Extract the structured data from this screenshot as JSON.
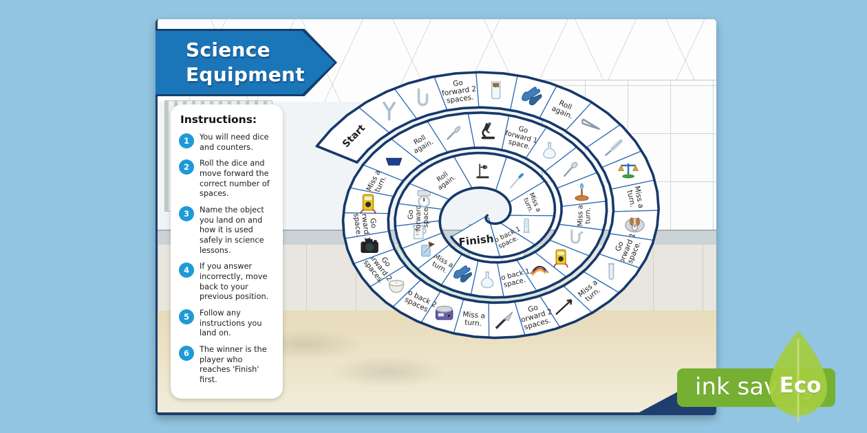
{
  "theme": {
    "page-bg": "#92c5e1",
    "card-bg": "#fbfbfa",
    "banner-bg": "#1b76b9",
    "banner-border": "#123f6d",
    "num-bg": "#1e9ad6",
    "track-border": "#16386b",
    "divider": "#2f6cb3",
    "eco-green": "#76b033",
    "leaf-green": "#a4cc40",
    "navy-corner": "#1d3e6f"
  },
  "title_banner": {
    "line1": "Science",
    "line2": "Equipment"
  },
  "instructions": {
    "heading": "Instructions:",
    "items": [
      {
        "num": "1",
        "text": "You will need dice and counters."
      },
      {
        "num": "2",
        "text": "Roll the dice and move forward the correct number of spaces."
      },
      {
        "num": "3",
        "text": "Name the object you land on and how it is used safely in science lessons."
      },
      {
        "num": "4",
        "text": "If you answer incorrectly, move back to your previous position."
      },
      {
        "num": "5",
        "text": "Follow any instructions you land on."
      },
      {
        "num": "6",
        "text": "The winner is the player who reaches 'Finish' first."
      }
    ]
  },
  "eco_badge": {
    "text": "ink saving",
    "eco": "Eco"
  },
  "board": {
    "start_label": "Start",
    "finish_label": "Finish",
    "rings": [
      {
        "spaces": [
          {
            "type": "start",
            "text": "Start",
            "w": 1.5
          },
          {
            "type": "icon",
            "icon": "y-tube"
          },
          {
            "type": "icon",
            "icon": "u-tube"
          },
          {
            "type": "label",
            "text": "Go forward 2 spaces."
          },
          {
            "type": "icon",
            "icon": "gas-jar"
          },
          {
            "type": "icon",
            "icon": "gloves"
          },
          {
            "type": "label",
            "text": "Roll again."
          },
          {
            "type": "icon",
            "icon": "tongs"
          },
          {
            "type": "icon",
            "icon": "test-tube-brush"
          },
          {
            "type": "icon",
            "icon": "balance-scales"
          },
          {
            "type": "label",
            "text": "Miss a turn."
          },
          {
            "type": "icon",
            "icon": "weighing-scales"
          },
          {
            "type": "label",
            "text": "Go forward 1 space."
          },
          {
            "type": "icon",
            "icon": "test-tube"
          },
          {
            "type": "label",
            "text": "Miss a turn."
          },
          {
            "type": "icon",
            "icon": "pointer"
          },
          {
            "type": "label",
            "text": "Go forward 2 spaces."
          },
          {
            "type": "icon",
            "icon": "scalpel"
          },
          {
            "type": "label",
            "text": "Miss a turn."
          },
          {
            "type": "icon",
            "icon": "magnetic-stirrer"
          },
          {
            "type": "label",
            "text": "Go back 2 spaces"
          },
          {
            "type": "icon",
            "icon": "crucible"
          },
          {
            "type": "label",
            "text": "Go forward 2 spaces."
          },
          {
            "type": "icon",
            "icon": "camera"
          },
          {
            "type": "label",
            "text": "Go forward 1 space."
          },
          {
            "type": "icon",
            "icon": "multimeter"
          },
          {
            "type": "label",
            "text": "Miss a turn."
          }
        ]
      },
      {
        "spaces": [
          {
            "type": "icon",
            "icon": "tray"
          },
          {
            "type": "label",
            "text": "Roll again."
          },
          {
            "type": "icon",
            "icon": "spatula"
          },
          {
            "type": "icon",
            "icon": "microscope"
          },
          {
            "type": "label",
            "text": "Go forward 1 space."
          },
          {
            "type": "icon",
            "icon": "volumetric-flask"
          },
          {
            "type": "icon",
            "icon": "spoon"
          },
          {
            "type": "icon",
            "icon": "bunsen-burner"
          },
          {
            "type": "label",
            "text": "Miss a turn."
          },
          {
            "type": "icon",
            "icon": "delivery-tube"
          },
          {
            "type": "icon",
            "icon": "multimeter"
          },
          {
            "type": "icon",
            "icon": "wires"
          },
          {
            "type": "label",
            "text": "Go back 1 space."
          },
          {
            "type": "icon",
            "icon": "volumetric-flask"
          },
          {
            "type": "icon",
            "icon": "gloves"
          },
          {
            "type": "label",
            "text": "Miss a turn."
          },
          {
            "type": "icon",
            "icon": "beaker-thermometer"
          },
          {
            "type": "icon",
            "icon": "measuring-jug"
          },
          {
            "type": "label",
            "text": "Go forward 2 spaces."
          },
          {
            "type": "icon",
            "icon": "kitchen-scale"
          }
        ]
      },
      {
        "spaces": [
          {
            "type": "label",
            "text": "Roll again."
          },
          {
            "type": "icon",
            "icon": "clamp-stand"
          },
          {
            "type": "icon",
            "icon": "pipette"
          },
          {
            "type": "label",
            "text": "Miss a turn."
          },
          {
            "type": "icon",
            "icon": "measuring-cylinder"
          },
          {
            "type": "label",
            "text": "Go back 1 space."
          },
          {
            "type": "finish",
            "text": "Finish",
            "w": 1.7
          }
        ]
      }
    ],
    "icon_shapes": {
      "y-tube": "<path d='M12 20V12M12 12L7 4M12 12l5-8' stroke='#a9bfd0' stroke-width='2.4' fill='none' stroke-linecap='round'/>",
      "u-tube": "<path d='M8 4v11a4 4 0 0 0 8 0V9' stroke='#b6c6d4' stroke-width='2.4' fill='none' stroke-linecap='round'/>",
      "delivery-tube": "<path d='M7 4v9a4 4 0 0 0 8 0V8l3-2' stroke='#b6c6d4' stroke-width='2.2' fill='none' stroke-linecap='round'/>",
      "gas-jar": "<rect x='8' y='4' width='8' height='16' rx='1.5' fill='#f2f7fa' stroke='#a9bfd0'/><path d='M9 8c2 2.5 4-.5 6 1.5V5H9z' fill='#9a6a33'/><rect x='7' y='3' width='10' height='2' rx='1' fill='#c9d6e0'/>",
      "gloves": "<path d='M3 13c1-4 3-6 5-5l7-5c2 0 2 2 1 3l3-1c2 1 1 3-1 4l-9 6c-3 2-7 1-6-2z' fill='#3f7dbd' stroke='#2c5f96' stroke-width='.8'/><path d='M10 18c0-3 2-5 4-5l7-3c1 1 1 3-1 4l-5 5c-2 2-5 1-5-1z' fill='#2f669f' stroke='#24517f' stroke-width='.8'/>",
      "tongs": "<path d='M4 6l15 9M4 10l15 5' stroke='#8e9aa6' stroke-width='1.8' fill='none' stroke-linecap='round'/><path d='M4 6c-1.5 0-1.5 4 0 4' stroke='#8e9aa6' stroke-width='1.6' fill='none'/>",
      "test-tube-brush": "<path d='M4 20L12 13' stroke='#8e9aa6' stroke-width='1.6'/><path d='M11 13.5L19 6' stroke='#c9d6e0' stroke-width='4' stroke-linecap='round'/><path d='M11 13.5L19 6' stroke='#8e9aa6' stroke-width='1' stroke-dasharray='1 1.5'/>",
      "balance-scales": "<path d='M12 4v11M5 6h14' stroke='#2f6cb3' stroke-width='1.6'/><path d='M5 6l-2.5 5h5z' fill='#d9a73c' stroke='#a87d22' stroke-width='.6'/><path d='M19 6l-2.5 5h5z' fill='#d9a73c' stroke='#a87d22' stroke-width='.6'/><ellipse cx='12' cy='16.5' rx='6' ry='2' fill='#3f9e44'/>",
      "weighing-scales": "<ellipse cx='12' cy='13' rx='9' ry='6.5' fill='#d3dade' stroke='#9fa9b1'/><ellipse cx='9' cy='9.5' rx='2.1' ry='4' fill='#b27a42'/><ellipse cx='15' cy='9.5' rx='2.1' ry='4' fill='#b27a42'/><circle cx='12' cy='15.5' r='2.6' fill='#fff' stroke='#8f99a1'/><path d='M12 15.5v-1.8' stroke='#c0392b' stroke-width='.8'/>",
      "test-tube": "<path d='M10 4v13a2 2 0 0 0 4 0V4' fill='#e8f3f9' stroke='#a9bfd0' stroke-width='1.2'/><path d='M9 4h6' stroke='#a9bfd0' stroke-width='1.4'/>",
      "pointer": "<path d='M4 20L19 6' stroke='#2b2b2b' stroke-width='1.6'/><path d='M19 6l-4.5.8M19 6l-.8 4.5' stroke='#2b2b2b' stroke-width='1.6' fill='none'/>",
      "scalpel": "<path d='M4 20l9-9' stroke='#334' stroke-width='2.2'/><path d='M12 11l8-7-4 8.5z' fill='#c6d0d9' stroke='#8e9aa6' stroke-width='.7'/>",
      "magnetic-stirrer": "<rect x='4' y='9' width='16' height='10' rx='2' fill='#6a5fa8' stroke='#4d4382'/><ellipse cx='12' cy='9' rx='7.5' ry='2.8' fill='#d3dade' stroke='#9fa9b1'/><rect x='6' y='13' width='5.5' height='3' rx='.6' fill='#dfeaf2'/><circle cx='16.5' cy='15.5' r='1.1' fill='#222'/>",
      "crucible": "<path d='M5 10c0 6 3 9 7 9s7-3 7-9' fill='#efefea' stroke='#b3b3aa'/><ellipse cx='12' cy='10' rx='7' ry='2.6' fill='#f7f7f3' stroke='#b3b3aa'/><ellipse cx='12' cy='9.4' rx='1.3' ry='.8' fill='#d6d6cd'/>",
      "camera": "<rect x='3.5' y='8' width='17' height='11' rx='2' fill='#232327'/><circle cx='12' cy='13.5' r='4' fill='#3c3c42'/><circle cx='12' cy='13.5' r='2.6' fill='#1b4f41'/><rect x='8' y='5.5' width='7' height='3' rx='1' fill='#232327'/><rect x='16' y='6.5' width='3' height='2' rx='.5' fill='#232327'/>",
      "multimeter": "<rect x='7' y='4.5' width='10' height='15' rx='1.5' fill='#f0c41f' stroke='#b08f10'/><rect x='8.5' y='6.5' width='7' height='3.2' rx='.5' fill='#e9f2dc'/><circle cx='12' cy='14' r='2.7' fill='#2c2c2c'/><path d='M7.5 19c-2 1.5-3 3-2.2 4M16.5 19c2 1.5 3 3 2.2 4' stroke='#c0392b' stroke-width='1.3' fill='none'/>",
      "tray": "<path d='M4 9h16l-2.5 7h-11z' fill='#20408f' stroke='#16306e'/>",
      "spatula": "<path d='M5 19L13 11' stroke='#8e9aa6' stroke-width='1.7' stroke-linecap='round'/><path d='M12.5 11.5c0-3 2-5.5 5.5-6 .8 2.5-1 5.5-4 6.5z' fill='#c6d0d9' stroke='#8e9aa6' stroke-width='.6'/>",
      "microscope": "<path d='M9.5 4l4.5 2-3.5 7-4-1.8z' fill='#2d2d30'/><circle cx='13' cy='5' r='1.6' fill='#55555c'/><path d='M7.5 11c-2.5 3-2 6 1.5 7.5' stroke='#2d2d30' stroke-width='2' fill='none'/><rect x='4.5' y='18.5' width='14' height='2.6' rx='1.2' fill='#2d2d30'/><path d='M10 13l3 1.4' stroke='#2d2d30' stroke-width='1.4'/>",
      "volumetric-flask": "<path d='M10.8 4h2.4v6.2c3.2 1.2 5 3.6 5 6.3 0 2.4-2.8 4-6.2 4s-6.2-1.6-6.2-4c0-2.7 1.8-5.1 5-6.3z' fill='#f0f7fb' stroke='#a9bfd0' stroke-width='1.1'/><path d='M10 4h4' stroke='#a9bfd0' stroke-width='1.3'/>",
      "spoon": "<path d='M6 19L14 10' stroke='#8e9aa6' stroke-width='1.7' stroke-linecap='round'/><ellipse cx='16.5' cy='7.5' rx='3.4' ry='2.4' transform='rotate(-42 16.5 7.5)' fill='#d3dade' stroke='#8e9aa6' stroke-width='.7'/>",
      "bunsen-burner": "<path d='M11 9h2v8h-2z' fill='#b5672e'/><ellipse cx='12' cy='18.5' rx='7' ry='2.6' fill='#c8823f' stroke='#96571f' stroke-width='.7'/><path d='M12 2.2c2.6 3.2 2.6 5.4 0 7-2.6-1.6-2.6-3.8 0-7z' fill='#4b93dd'/><path d='M12 4.5c1.2 1.6 1.2 2.9 0 3.8-1.2-.9-1.2-2.2 0-3.8z' fill='#bcd9f5'/>",
      "wires": "<path d='M5 13c4-7 10-7 14-2' stroke='#2b2b2b' stroke-width='1.5' fill='none'/><path d='M5 15c4-7 10-7 14-2' stroke='#cf3b2d' stroke-width='1.5' fill='none'/><path d='M5 17c4-7 10-7 14-2' stroke='#e3b61c' stroke-width='1.5' fill='none'/><path d='M5.5 12.5l-2.5 3M19 11l2.5 3' stroke='#8e9aa6' stroke-width='2'/>",
      "beaker-thermometer": "<rect x='6.5' y='8' width='9' height='11.5' rx='1' fill='#a8dcf2' stroke='#7fb6d4' stroke-width='.9'/><path d='M8.5 16.5L18 6.5' stroke='#f4f6f8' stroke-width='2.2'/><path d='M8.5 16.5L18 6.5' stroke='#d43a56' stroke-width='.8'/><path d='M13.5 4l7 2.8-5.5 3.2z' fill='#6e3d20'/>",
      "measuring-jug": "<path d='M7 5h9.5v14H7z' fill='#f0f7fb' stroke='#a9bfd0' stroke-width='1.1'/><path d='M16.5 8c4 .5 4 5 0 5.5' fill='none' stroke='#a9bfd0' stroke-width='1.4'/><path d='M9 8.5h3M9 11.5h3M9 14.5h3' stroke='#d98f8f' stroke-width='.9'/><path d='M7 5l-1.5 1.5' stroke='#a9bfd0' stroke-width='1.1'/>",
      "kitchen-scale": "<rect x='5.5' y='3.5' width='13' height='5.5' rx='1' fill='#dde3e7' stroke='#a3adb5' stroke-width='.8'/><circle cx='12' cy='15' r='5.8' fill='#fff' stroke='#a3adb5'/><circle cx='12' cy='15' r='4.4' fill='none' stroke='#c8cfd4' stroke-width='.7'/><path d='M12 15V11.3' stroke='#2b2b2b' stroke-width='1.2'/>",
      "clamp-stand": "<rect x='4.5' y='19' width='15' height='2.4' rx='1' fill='#2d2d30'/><rect x='7.5' y='4' width='1.8' height='15' fill='#55555c'/><path d='M9.5 8h6M13.5 5.5v5' stroke='#2d2d30' stroke-width='1.5'/><circle cx='15.5' cy='8' r='1.5' fill='none' stroke='#2d2d30' stroke-width='1.2'/>",
      "pipette": "<path d='M5 20L16 7' stroke='#d4e2ec' stroke-width='2.2' stroke-linecap='round'/><path d='M5 20L16 7' stroke='#9fb8c9' stroke-width='.7'/><path d='M16 7l3-3' stroke='#2f8fd0' stroke-width='3.2' stroke-linecap='round'/>",
      "measuring-cylinder": "<rect x='9.5' y='3.5' width='5' height='16' rx='1' fill='#e4f2f9' stroke='#a9bfd0' stroke-width='1.1'/><path d='M8 19.5h8' stroke='#a9bfd0' stroke-width='1.5'/><path d='M11 6.5h2M11 9.5h2M11 12.5h2' stroke='#a9bfd0' stroke-width='.8'/>"
    }
  }
}
